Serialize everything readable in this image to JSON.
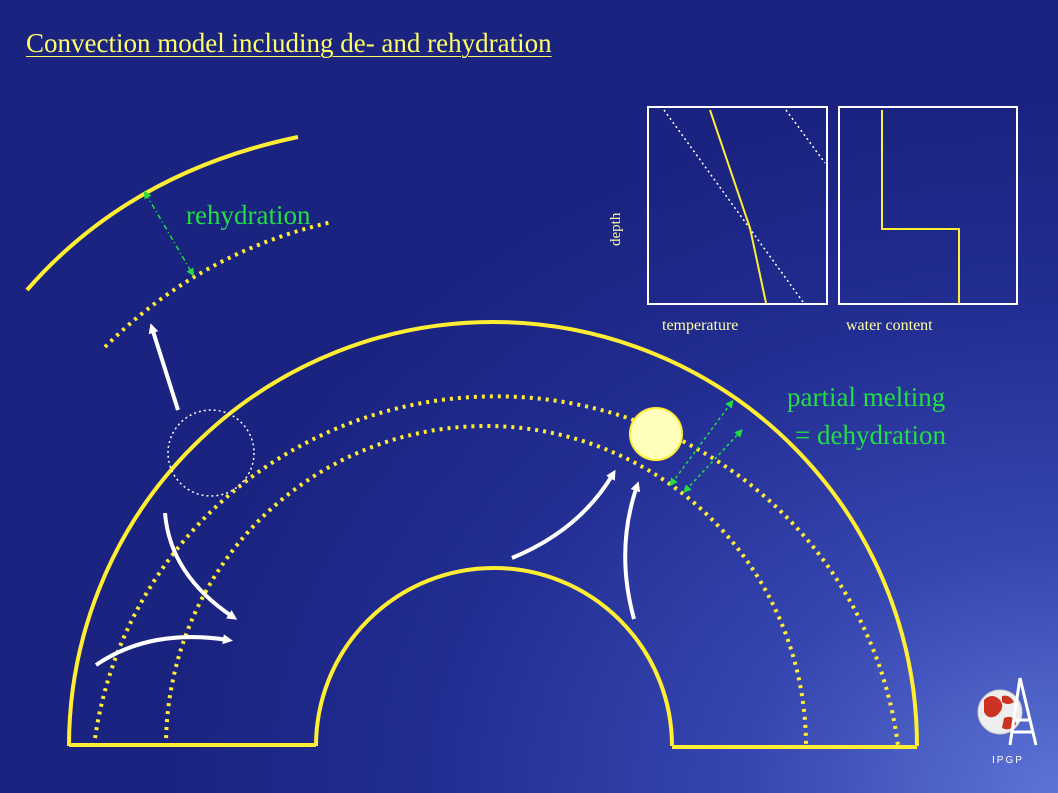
{
  "title": "Convection model including de- and rehydration",
  "labels": {
    "rehydration": "rehydration",
    "partial_melting_line1": "partial melting",
    "partial_melting_line2": "= dehydration",
    "depth": "depth",
    "temperature": "temperature",
    "water_content": "water content"
  },
  "colors": {
    "title": "#ffff66",
    "yellow": "#ffee33",
    "green": "#22dd44",
    "white": "#ffffff",
    "melt_bubble": "#ffffbb",
    "panel_text": "#ffffaa"
  },
  "logo": {
    "text": "IPGP",
    "icon": "ipgp-globe-tower-logo"
  }
}
